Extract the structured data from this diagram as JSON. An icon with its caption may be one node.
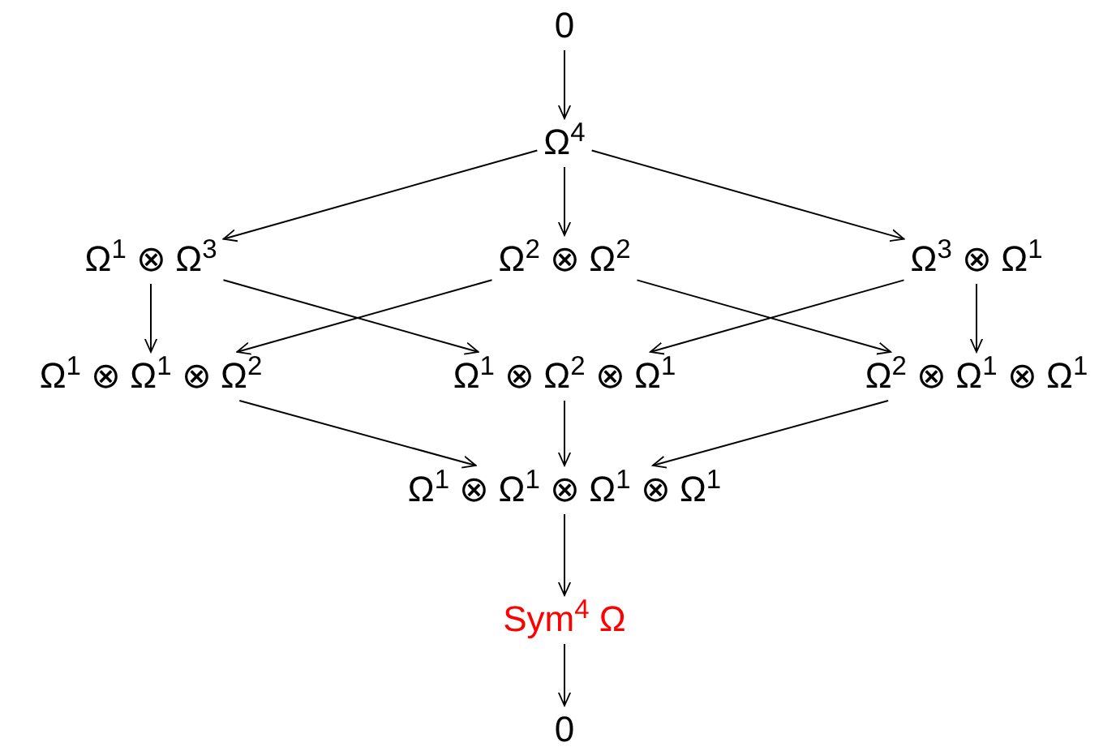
{
  "diagram": {
    "nodes": [
      {
        "text": [
          "0"
        ]
      },
      {
        "text": [
          "Ω$^{4}$"
        ]
      },
      {
        "text": [
          "Ω$^{1}$ ⊗ Ω$^{3}$"
        ]
      },
      {
        "text": [
          "Ω$^{2}$ ⊗ Ω$^{2}$"
        ]
      },
      {
        "text": [
          "Ω$^{3}$ ⊗ Ω$^{1}$"
        ]
      },
      {
        "text": [
          "Ω$^{1}$ ⊗ Ω$^{1}$ ⊗ Ω$^{2}$"
        ]
      },
      {
        "text": [
          "Ω$^{1}$ ⊗ Ω$^{2}$ ⊗ Ω$^{1}$"
        ]
      },
      {
        "text": [
          "Ω$^{2}$ ⊗ Ω$^{1}$ ⊗ Ω$^{1}$"
        ]
      },
      {
        "text": [
          "Ω$^{1}$ ⊗ Ω$^{1}$ ⊗ Ω$^{1}$ ⊗ Ω$^{1}$"
        ]
      },
      {
        "text": [
          "Sym$^{4}$ Ω"
        ]
      },
      {
        "text": [
          "0"
        ]
      }
    ],
    "edges": [
      {
        "from": 0,
        "to": 1,
        "arrow": "to"
      },
      {
        "from": 1,
        "to": 2,
        "arrow": "to"
      },
      {
        "from": 1,
        "to": 3,
        "arrow": "to"
      },
      {
        "from": 1,
        "to": 4,
        "arrow": "to"
      },
      {
        "from": 2,
        "to": 5,
        "arrow": "to"
      },
      {
        "from": 2,
        "to": 6,
        "arrow": "to"
      },
      {
        "from": 3,
        "to": 5,
        "arrow": "to"
      },
      {
        "from": 3,
        "to": 7,
        "arrow": "to"
      },
      {
        "from": 4,
        "to": 6,
        "arrow": "to"
      },
      {
        "from": 4,
        "to": 7,
        "arrow": "to"
      },
      {
        "from": 5,
        "to": 8,
        "arrow": "to"
      },
      {
        "from": 6,
        "to": 8,
        "arrow": "to"
      },
      {
        "from": 7,
        "to": 8,
        "arrow": "to"
      },
      {
        "from": 8,
        "to": 9,
        "arrow": "to"
      },
      {
        "from": 9,
        "to": 10,
        "arrow": "to"
      }
    ]
  }
}
